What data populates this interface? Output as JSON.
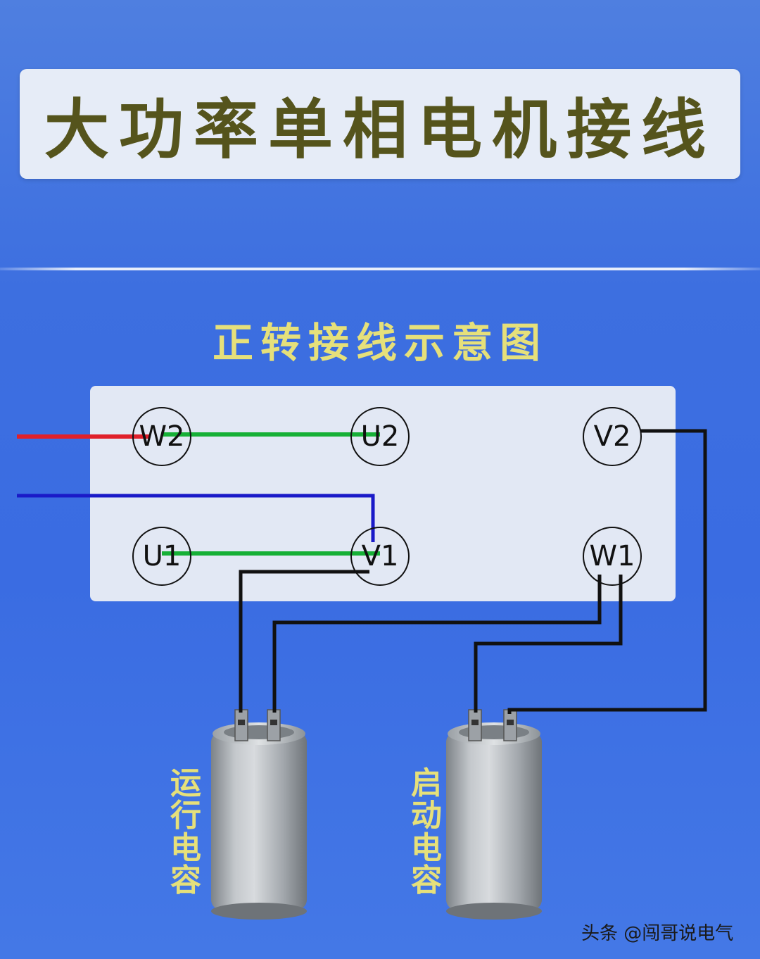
{
  "title": "大功率单相电机接线",
  "subtitle": "正转接线示意图",
  "terminals": {
    "w2": "W2",
    "u2": "U2",
    "v2": "V2",
    "u1": "U1",
    "v1": "V1",
    "w1": "W1"
  },
  "capacitors": {
    "run_label": "运\n行\n电\n容",
    "start_label": "启\n动\n电\n容"
  },
  "watermark": "头条 @闯哥说电气",
  "colors": {
    "live_wire": "#e0202a",
    "neutral_wire": "#1a1ac8",
    "bridge_wire": "#16b036",
    "cap_wire": "#111111",
    "title_text": "#55541c",
    "accent_text": "#e6e07a"
  }
}
